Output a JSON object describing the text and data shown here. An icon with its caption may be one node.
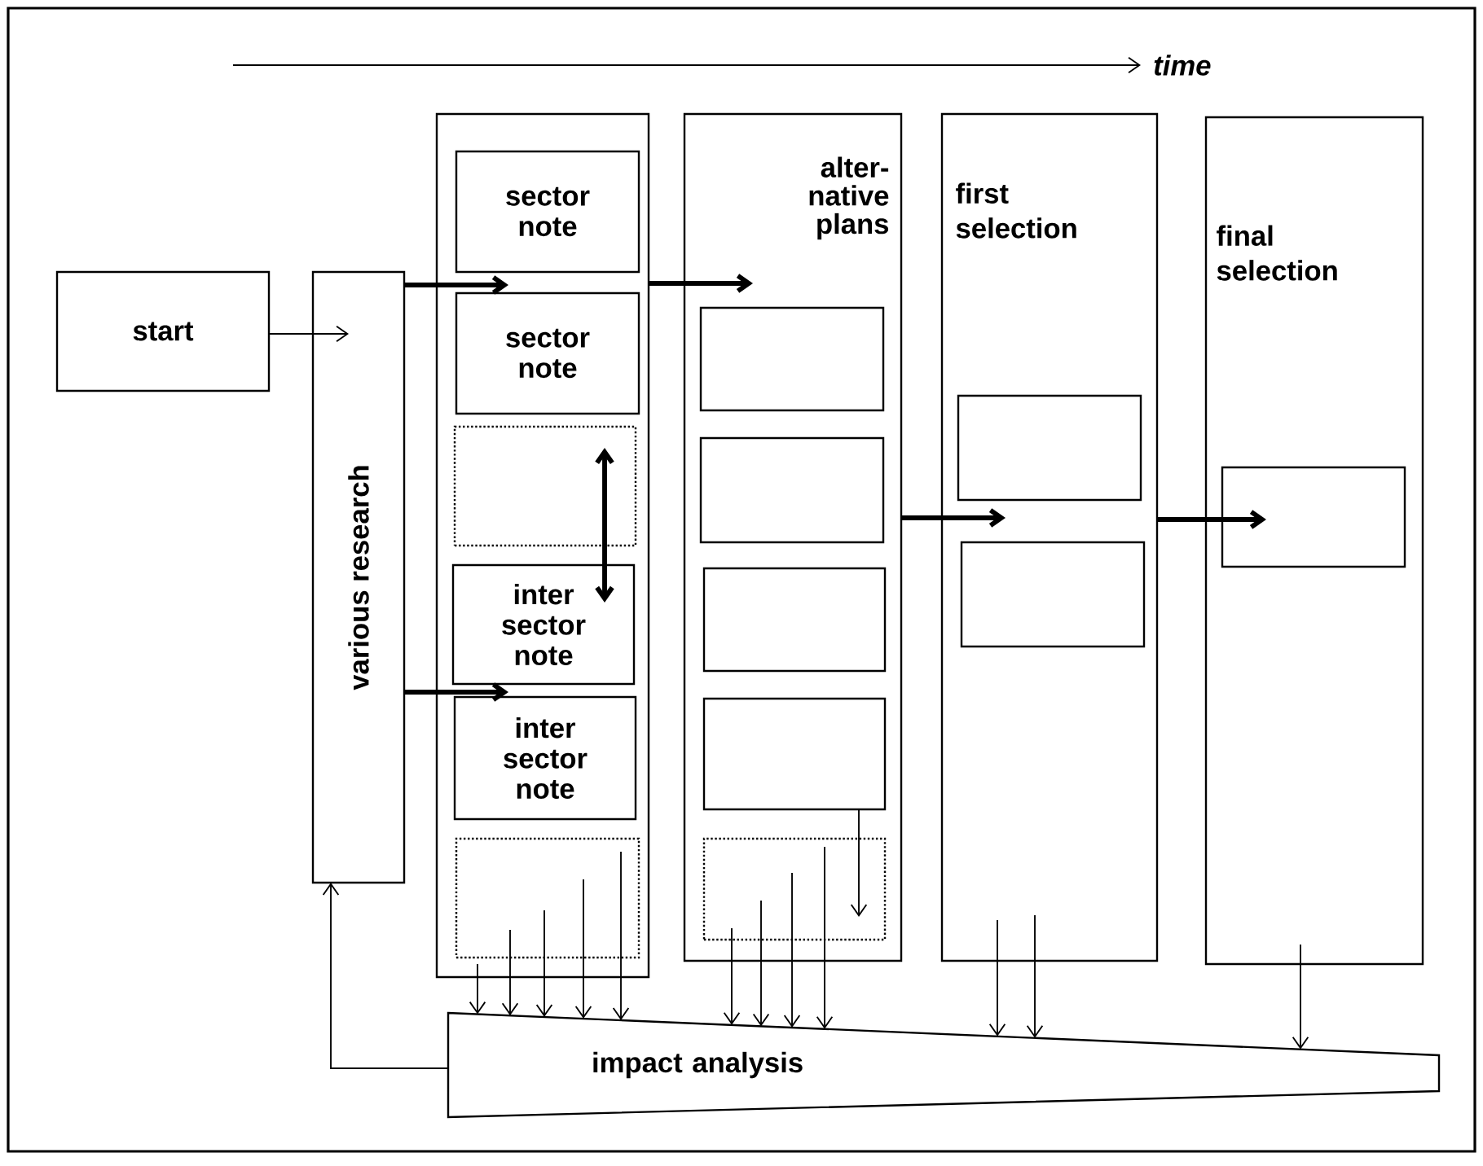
{
  "diagram": {
    "nodes": [
      {
        "text": [
          "start"
        ]
      },
      {
        "text": [
          "various research"
        ]
      },
      {
        "text": [],
        "shape": "box"
      },
      {
        "text": [
          "sector note"
        ],
        "in": 2
      },
      {
        "text": [
          "sector note"
        ],
        "in": 2
      },
      {
        "text": [],
        "shape": "box",
        "in": 2
      },
      {
        "text": [
          "inter sector note"
        ],
        "in": 2
      },
      {
        "text": [
          "inter sector note"
        ],
        "in": 2
      },
      {
        "text": [],
        "shape": "box",
        "in": 2
      },
      {
        "text": [
          "alter- native plans"
        ]
      },
      {
        "text": [],
        "shape": "box",
        "in": 9
      },
      {
        "text": [],
        "shape": "box",
        "in": 9
      },
      {
        "text": [],
        "shape": "box",
        "in": 9
      },
      {
        "text": [],
        "shape": "box",
        "in": 9
      },
      {
        "text": [],
        "shape": "box",
        "in": 9
      },
      {
        "text": [
          "first selection"
        ]
      },
      {
        "text": [],
        "shape": "box",
        "in": 15
      },
      {
        "text": [],
        "shape": "box",
        "in": 15
      },
      {
        "text": [
          "final selection"
        ]
      },
      {
        "text": [],
        "shape": "box",
        "in": 18
      },
      {
        "text": [
          "impact analysis"
        ]
      }
    ],
    "edges": [
      {
        "from": 0,
        "to": 1,
        "arrow": "to"
      },
      {
        "from": 1,
        "to": 4,
        "arrow": "to",
        "style": "thick"
      },
      {
        "from": 1,
        "to": 6,
        "arrow": "to",
        "style": "thick"
      },
      {
        "from": 2,
        "to": 10,
        "arrow": "to",
        "style": "thick"
      },
      {
        "from": 5,
        "to": 6,
        "arrow": "both",
        "style": "thick"
      },
      {
        "from": 9,
        "to": 16,
        "arrow": "to",
        "style": "thick"
      },
      {
        "from": 15,
        "to": 19,
        "arrow": "to",
        "style": "thick"
      },
      {
        "from": 20,
        "to": 1,
        "arrow": "to"
      },
      {
        "from": 8,
        "to": 20,
        "arrow": "to"
      },
      {
        "from": 8,
        "to": 20,
        "arrow": "to"
      },
      {
        "from": 8,
        "to": 20,
        "arrow": "to"
      },
      {
        "from": 8,
        "to": 20,
        "arrow": "to"
      },
      {
        "from": 8,
        "to": 20,
        "arrow": "to"
      },
      {
        "from": 13,
        "to": 14,
        "arrow": "to"
      },
      {
        "from": 14,
        "to": 20,
        "arrow": "to"
      },
      {
        "from": 14,
        "to": 20,
        "arrow": "to"
      },
      {
        "from": 14,
        "to": 20,
        "arrow": "to"
      },
      {
        "from": 14,
        "to": 20,
        "arrow": "to"
      },
      {
        "from": 15,
        "to": 20,
        "arrow": "to"
      },
      {
        "from": 15,
        "to": 20,
        "arrow": "to"
      },
      {
        "from": 18,
        "to": 20,
        "arrow": "to"
      }
    ],
    "labels": [
      "time"
    ]
  }
}
